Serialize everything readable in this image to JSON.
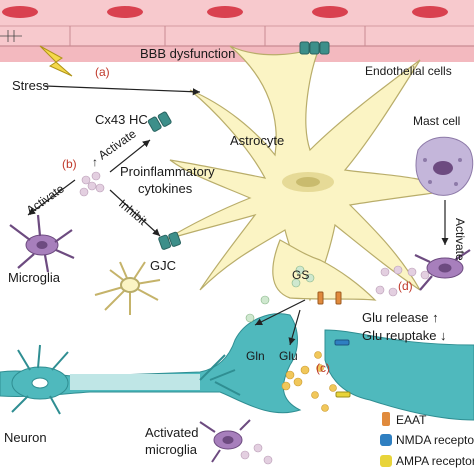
{
  "labels": {
    "stress": "Stress",
    "a": "(a)",
    "bbb": "BBB dysfunction",
    "endothelial": "Endothelial cells",
    "cx43": "Cx43 HC",
    "astrocyte": "Astrocyte",
    "mast": "Mast cell",
    "b": "(b)",
    "activate1": "Activate",
    "uparrow": "↑",
    "cytokines1": "Proinflammatory",
    "cytokines2": "cytokines",
    "activate2": "Activate",
    "inhibit": "Inhibit",
    "microglia": "Microglia",
    "gjc": "GJC",
    "activate3": "Activate",
    "gs": "GS",
    "d": "(d)",
    "glurelease": "Glu release ↑",
    "glureuptake": "Glu reuptake ↓",
    "gln": "Gln",
    "glu": "Glu",
    "c": "(c)",
    "neuron": "Neuron",
    "actmicro1": "Activated",
    "actmicro2": "microglia"
  },
  "legend": [
    {
      "label": "EAAT",
      "color": "#e08a3c"
    },
    {
      "label": "NMDA receptor",
      "color": "#2f7fc1"
    },
    {
      "label": "AMPA receptor",
      "color": "#e8d43a"
    }
  ],
  "colors": {
    "vessel": "#f3b9bf",
    "rbc": "#d9414f",
    "astro": "#fbf4c4",
    "astro_edge": "#b9ad6a",
    "neuron": "#4fb9bd",
    "neuron_light": "#bfe6e6",
    "channel": "#3d8f8a",
    "microglia": "#a77fbc",
    "mast": "#c4b6da",
    "label_red": "#c0392b"
  },
  "icons": [
    "lightning-icon",
    "channel-icon",
    "microglia-icon",
    "mast-cell-icon"
  ]
}
